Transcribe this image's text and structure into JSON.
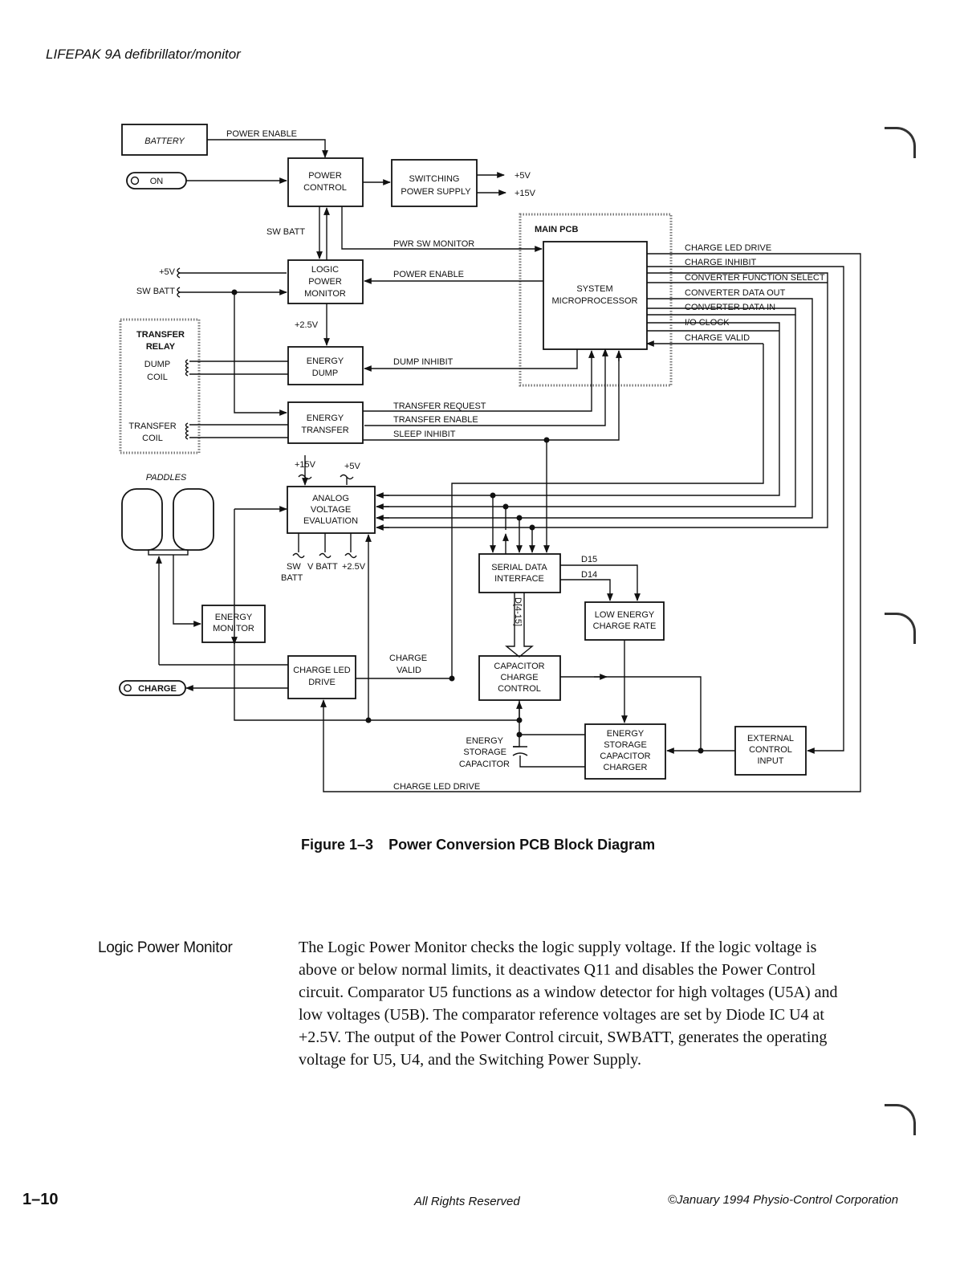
{
  "header": "LIFEPAK 9A defibrillator/monitor",
  "diagram": {
    "blocks": {
      "battery": "BATTERY",
      "on_btn": "ON",
      "power_control": [
        "POWER",
        "CONTROL"
      ],
      "switching": [
        "SWITCHING",
        "POWER SUPPLY"
      ],
      "logic_power": [
        "LOGIC",
        "POWER",
        "MONITOR"
      ],
      "energy_dump": [
        "ENERGY",
        "DUMP"
      ],
      "energy_transfer": [
        "ENERGY",
        "TRANSFER"
      ],
      "analog": [
        "ANALOG",
        "VOLTAGE",
        "EVALUATION"
      ],
      "energy_monitor": [
        "ENERGY",
        "MONITOR"
      ],
      "charge_led": [
        "CHARGE LED",
        "DRIVE"
      ],
      "serial": [
        "SERIAL DATA",
        "INTERFACE"
      ],
      "low_energy": [
        "LOW ENERGY",
        "CHARGE RATE"
      ],
      "cap_charge": [
        "CAPACITOR",
        "CHARGE",
        "CONTROL"
      ],
      "storage_charger": [
        "ENERGY",
        "STORAGE",
        "CAPACITOR",
        "CHARGER"
      ],
      "external": [
        "EXTERNAL",
        "CONTROL",
        "INPUT"
      ],
      "system_micro": [
        "SYSTEM",
        "MICROPROCESSOR"
      ],
      "main_pcb": "MAIN PCB",
      "relay": [
        "TRANSFER",
        "RELAY"
      ],
      "dump_coil": [
        "DUMP",
        "COIL"
      ],
      "transfer_coil": [
        "TRANSFER",
        "COIL"
      ],
      "paddles": "PADDLES",
      "charge_btn": "CHARGE",
      "storage_cap": [
        "ENERGY",
        "STORAGE",
        "CAPACITOR"
      ]
    },
    "signals": {
      "power_enable_top": "POWER ENABLE",
      "plus5v": "+5V",
      "plus15v": "+15V",
      "sw_batt": "SW BATT",
      "pwr_sw_monitor": "PWR SW MONITOR",
      "power_enable": "POWER ENABLE",
      "plus5v_in": "+5V",
      "sw_batt_in": "SW BATT",
      "plus2_5v": "+2.5V",
      "dump_inhibit": "DUMP INHIBIT",
      "transfer_request": "TRANSFER REQUEST",
      "transfer_enable": "TRANSFER ENABLE",
      "sleep_inhibit": "SLEEP INHIBIT",
      "an_15v": "+15V",
      "an_5v": "+5V",
      "an_sw": "SW",
      "an_batt": "BATT",
      "an_vbatt": "V BATT",
      "an_25v": "+2.5V",
      "charge_valid": [
        "CHARGE",
        "VALID"
      ],
      "d15": "D15",
      "d14": "D14",
      "bus": "D[4-15]",
      "charge_led_drive_bottom": "CHARGE LED DRIVE",
      "right": [
        "CHARGE LED DRIVE",
        "CHARGE INHIBIT",
        "CONVERTER FUNCTION SELECT",
        "CONVERTER DATA OUT",
        "CONVERTER DATA IN",
        "I/O CLOCK",
        "CHARGE VALID"
      ]
    }
  },
  "figure": {
    "number": "Figure 1–3",
    "title": "Power Conversion PCB Block Diagram"
  },
  "section": {
    "label": "Logic Power Monitor",
    "body": "The Logic Power Monitor checks the logic supply voltage. If the logic voltage is above or below normal limits, it deactivates Q11 and disables the Power Control circuit. Comparator U5 functions as a window detector for high voltages (U5A) and low voltages (U5B). The comparator reference voltages are set by Diode IC U4 at +2.5V. The output of the Power Control circuit, SWBATT, generates the operating voltage for U5, U4, and the Switching Power Supply."
  },
  "footer": {
    "page": "1–10",
    "rights": "All Rights Reserved",
    "copyright": "©January 1994 Physio-Control Corporation"
  }
}
